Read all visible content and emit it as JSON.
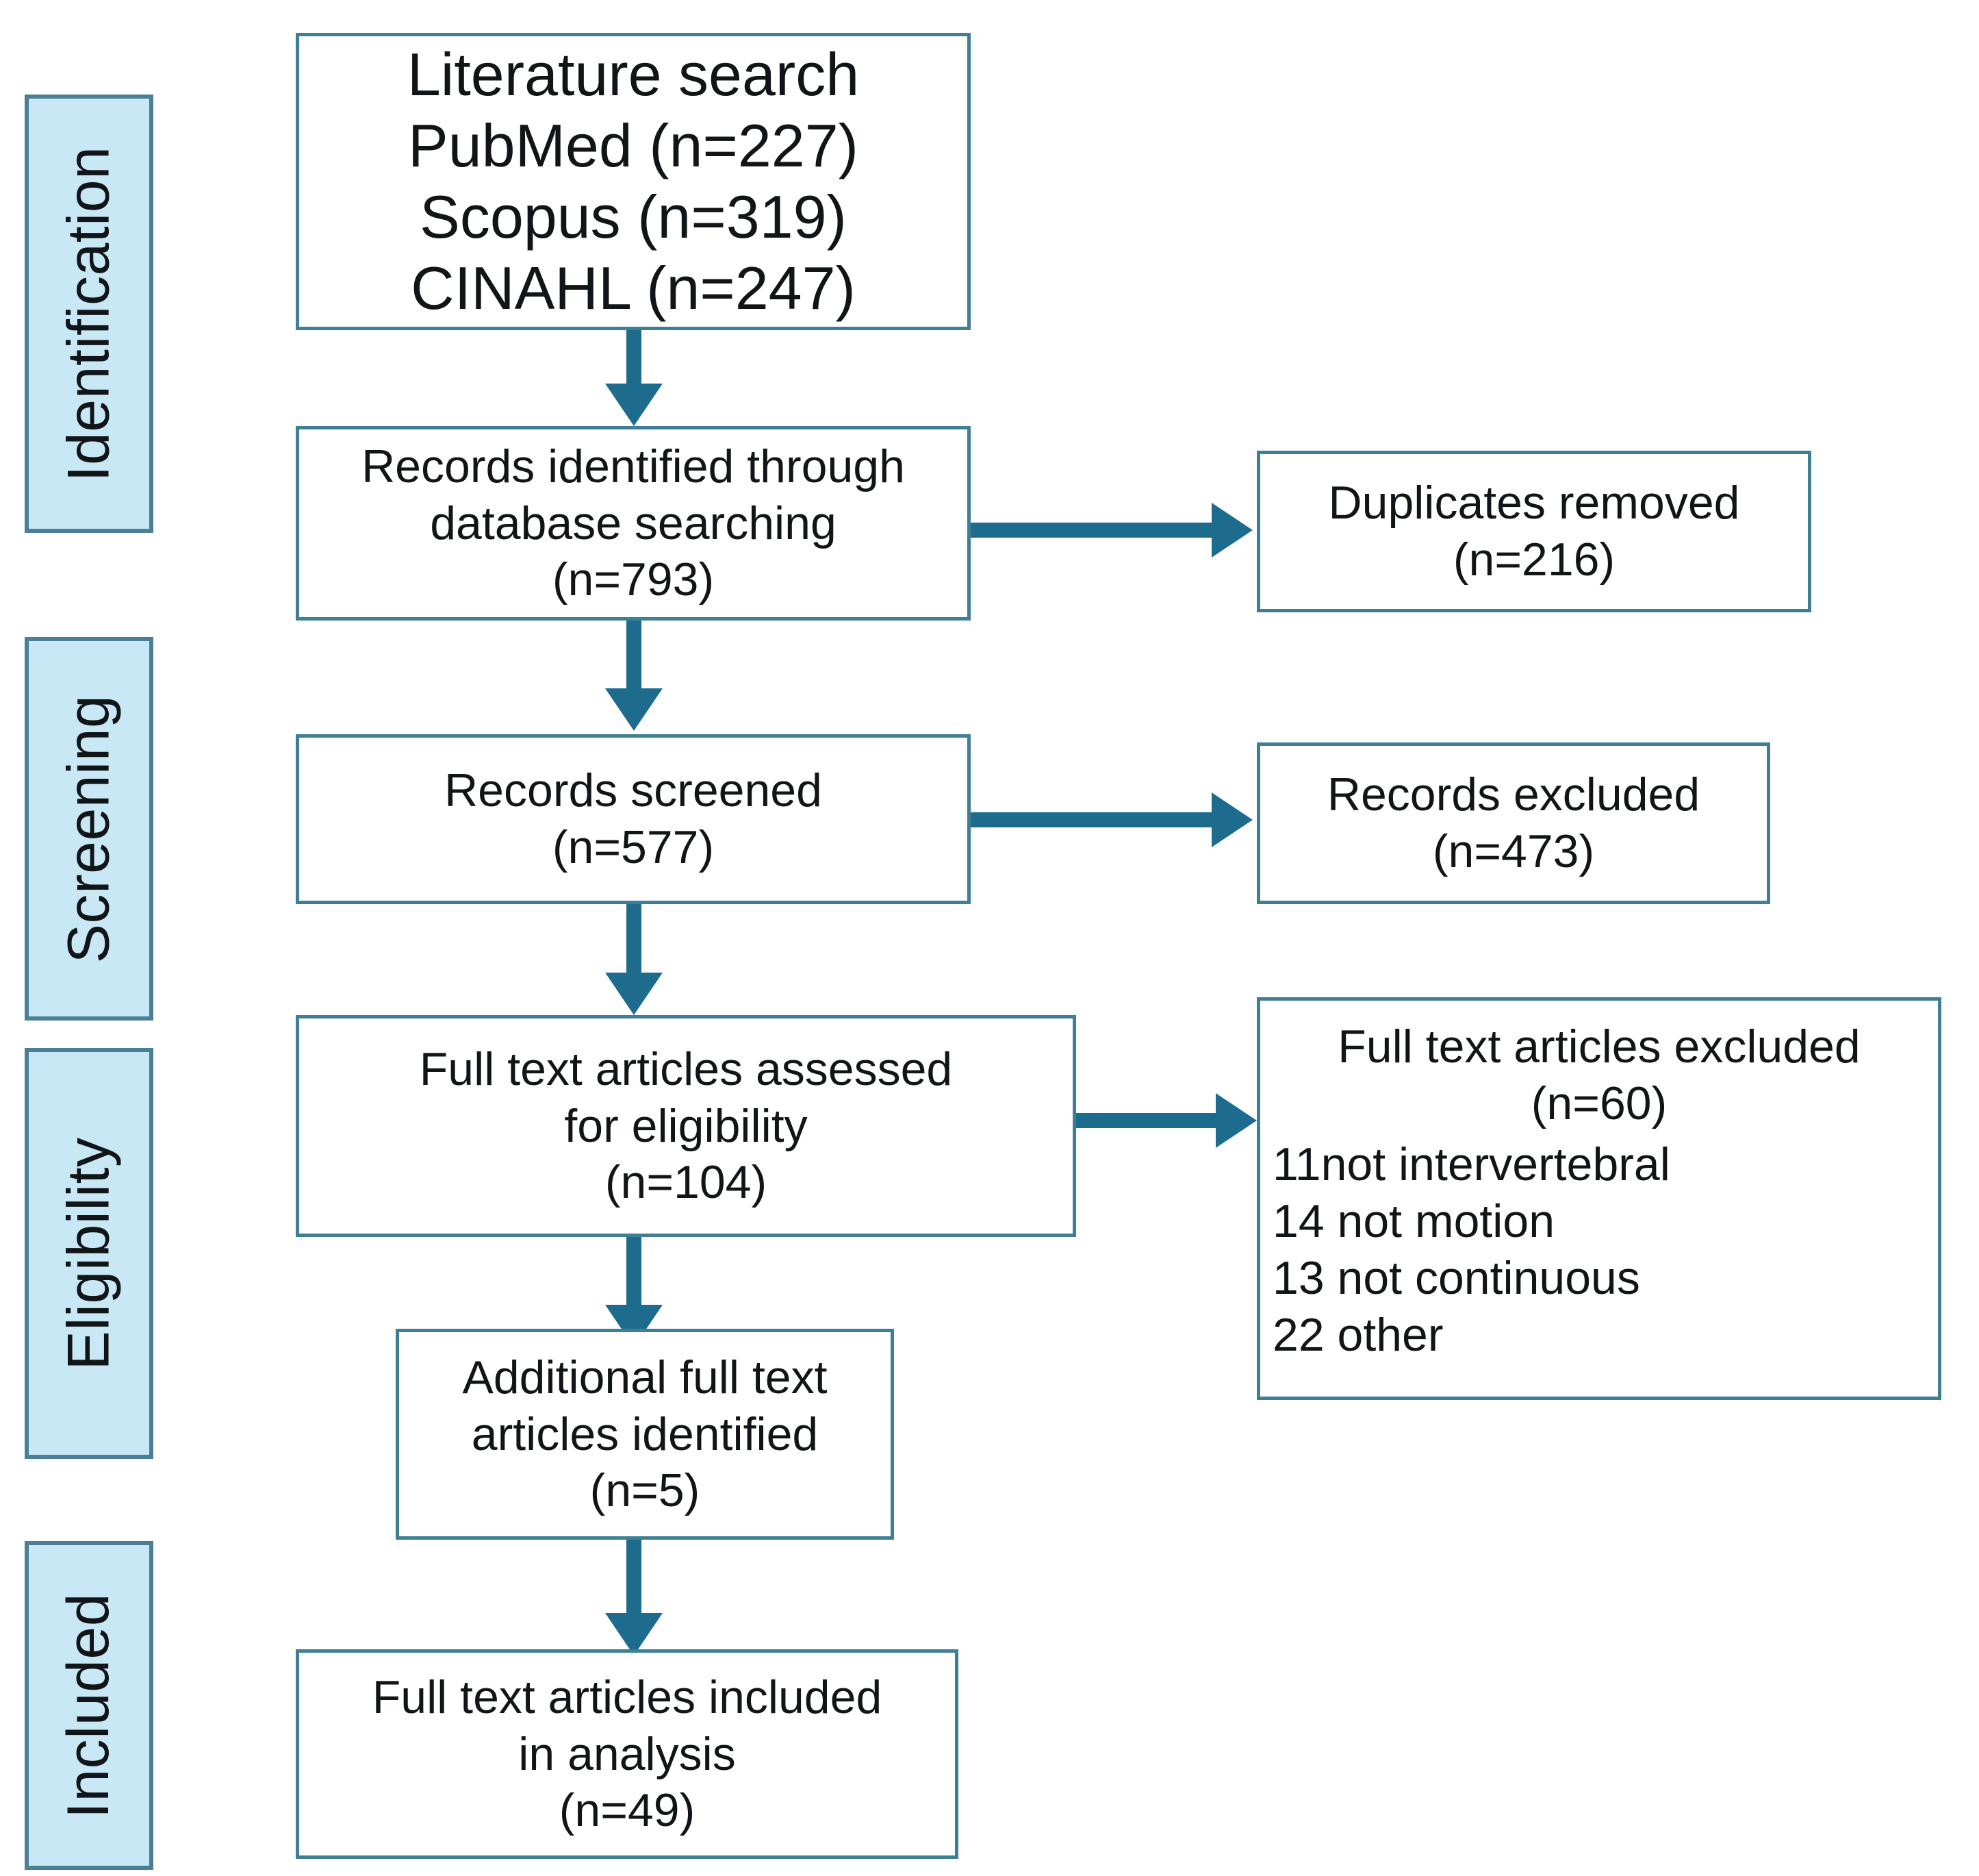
{
  "diagram": {
    "type": "prisma-flow-diagram",
    "stages": [
      {
        "id": "identification",
        "label": "Identification"
      },
      {
        "id": "screening",
        "label": "Screening"
      },
      {
        "id": "eligibility",
        "label": "Eligibility"
      },
      {
        "id": "included",
        "label": "Included"
      }
    ],
    "boxes": {
      "literature_search": {
        "title": "Literature search",
        "lines": [
          "PubMed (n=227)",
          "Scopus (n=319)",
          "CINAHL (n=247)"
        ]
      },
      "records_identified": {
        "lines": [
          "Records identified through",
          "database searching",
          "(n=793)"
        ]
      },
      "duplicates_removed": {
        "lines": [
          "Duplicates removed",
          "(n=216)"
        ]
      },
      "records_screened": {
        "lines": [
          "Records screened",
          "(n=577)"
        ]
      },
      "records_excluded": {
        "lines": [
          "Records excluded",
          "(n=473)"
        ]
      },
      "fulltext_assessed": {
        "lines": [
          "Full text articles assessed",
          "for eligibility",
          "(n=104)"
        ]
      },
      "fulltext_excluded": {
        "head": [
          "Full text articles excluded",
          "(n=60)"
        ],
        "reasons": [
          "11not intervertebral",
          "14 not motion",
          "13 not continuous",
          "22 other"
        ]
      },
      "additional_identified": {
        "lines": [
          "Additional full text",
          "articles identified",
          "(n=5)"
        ]
      },
      "fulltext_included": {
        "lines": [
          "Full text articles included",
          "in analysis",
          "(n=49)"
        ]
      }
    },
    "colors": {
      "stage_fill": "#c9e8f5",
      "stage_border": "#4a7f97",
      "box_border": "#3f7f96",
      "connector": "#1d6c8e",
      "text": "#121517",
      "background": "#ffffff"
    }
  }
}
